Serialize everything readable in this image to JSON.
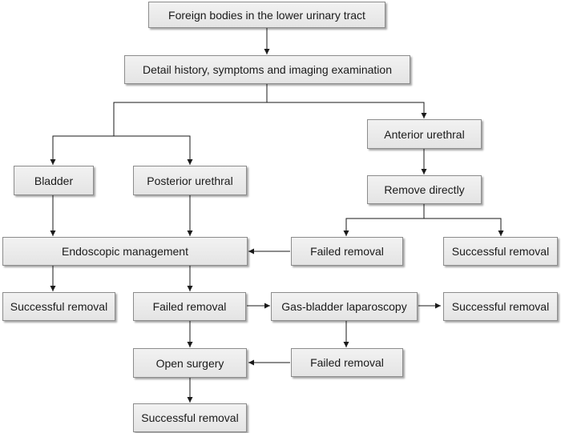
{
  "nodes": {
    "root": "Foreign bodies in the lower urinary tract",
    "history": "Detail history, symptoms and imaging examination",
    "anterior": "Anterior urethral",
    "bladder": "Bladder",
    "posterior": "Posterior urethral",
    "remove_directly": "Remove directly",
    "endoscopic": "Endoscopic management",
    "failed_1": "Failed removal",
    "success_1": "Successful removal",
    "success_2": "Successful removal",
    "failed_2": "Failed removal",
    "gas_bladder": "Gas-bladder laparoscopy",
    "success_3": "Successful removal",
    "open_surgery": "Open surgery",
    "failed_3": "Failed removal",
    "success_4": "Successful removal"
  }
}
